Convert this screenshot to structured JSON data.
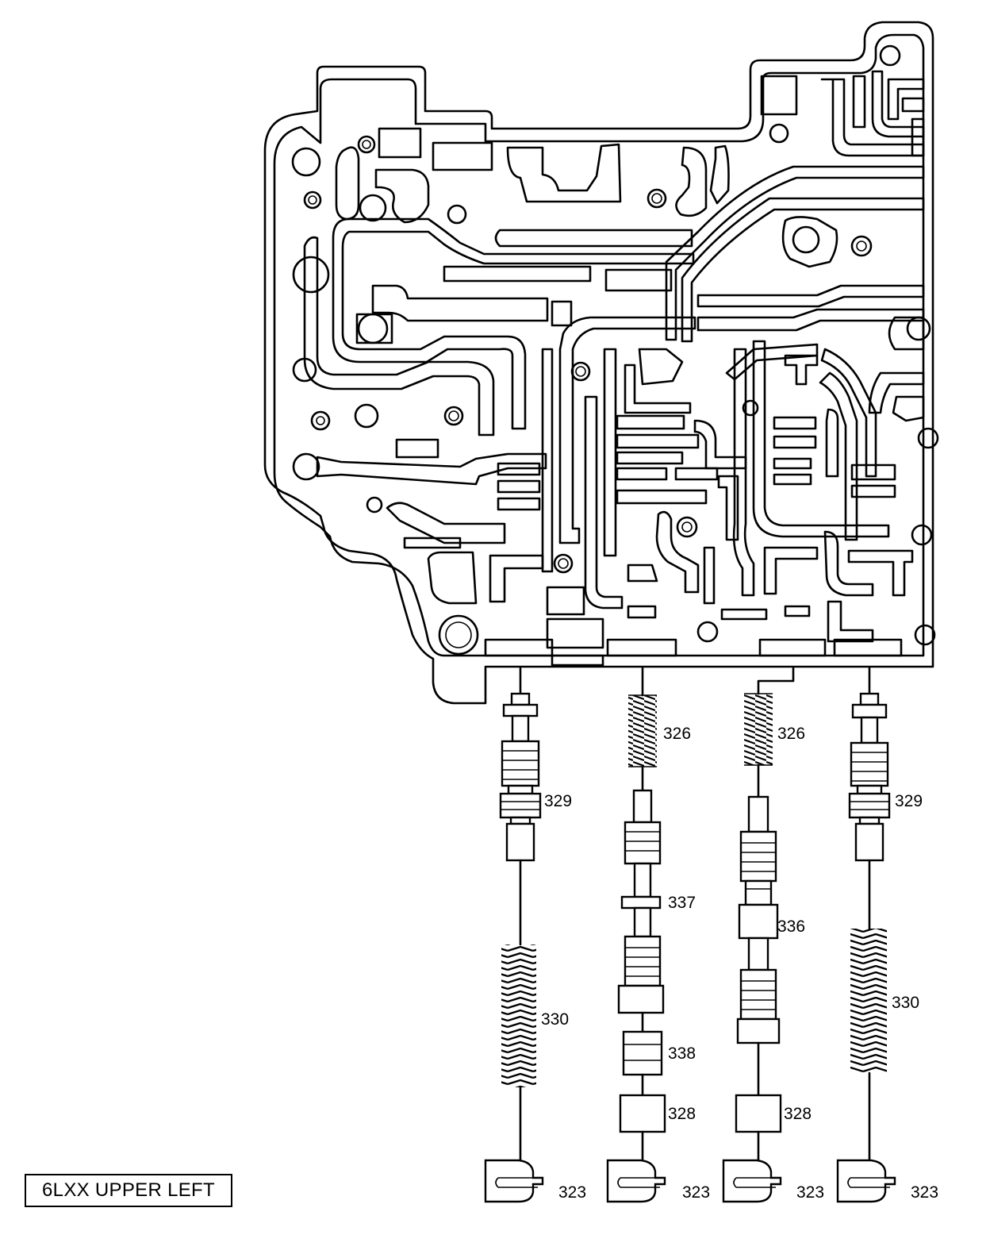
{
  "caption": "6LXX UPPER LEFT",
  "labels": {
    "l329a": "329",
    "l329b": "329",
    "l326a": "326",
    "l326b": "326",
    "l337": "337",
    "l336": "336",
    "l338": "338",
    "l330a": "330",
    "l330b": "330",
    "l328a": "328",
    "l328b": "328",
    "l323a": "323",
    "l323b": "323",
    "l323c": "323",
    "l323d": "323"
  }
}
